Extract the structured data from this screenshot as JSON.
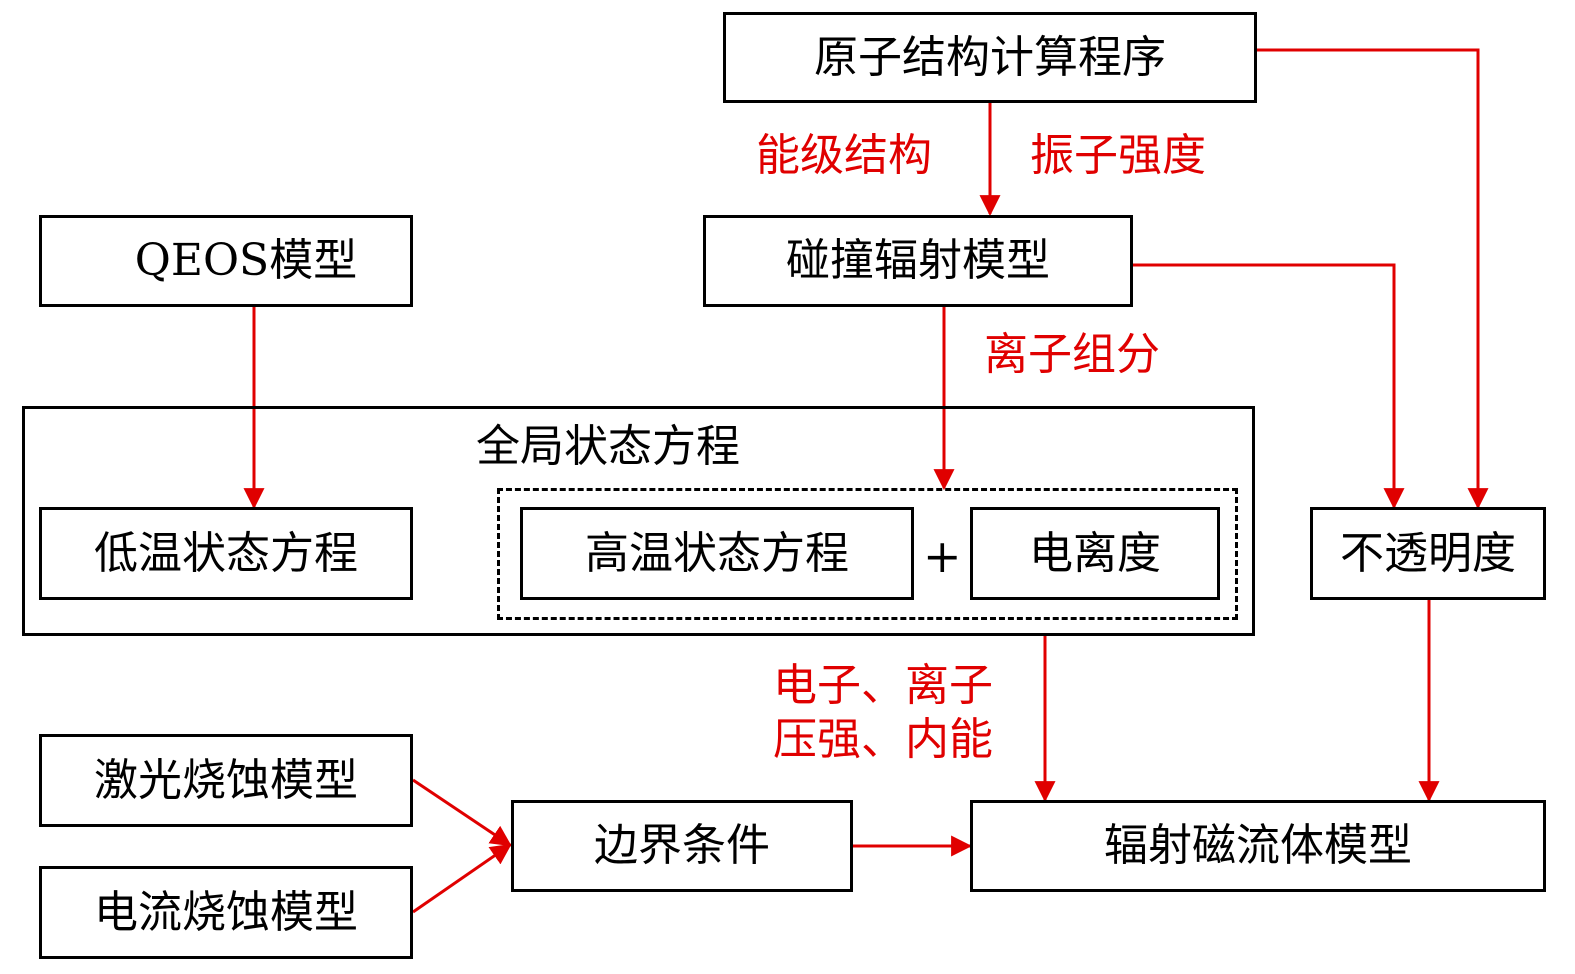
{
  "nodes": {
    "atomic": "原子结构计算程序",
    "collisional": "碰撞辐射模型",
    "qeos": "QEOS模型",
    "global_eos": "全局状态方程",
    "low_temp_eos": "低温状态方程",
    "high_temp_eos": "高温状态方程",
    "plus": "+",
    "ionization": "电离度",
    "opacity": "不透明度",
    "laser_ablation": "激光烧蚀模型",
    "current_ablation": "电流烧蚀模型",
    "boundary": "边界条件",
    "rmhd": "辐射磁流体模型"
  },
  "edge_labels": {
    "energy_levels": "能级结构",
    "oscillator": "振子强度",
    "ion_fraction": "离子组分",
    "pressure_line1": "电子、离子",
    "pressure_line2": "压强、内能"
  },
  "colors": {
    "arrow": "#e00000",
    "text_label": "#e00000",
    "box_border": "#000000"
  }
}
